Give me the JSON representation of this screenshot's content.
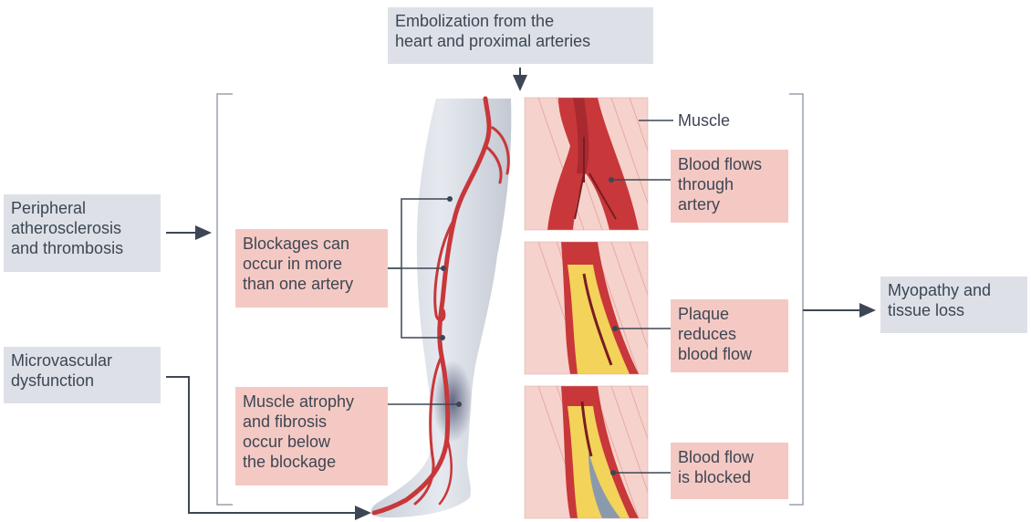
{
  "labels": {
    "embolization": "Embolization from the\nheart and proximal arteries",
    "peripheral": "Peripheral\natherosclerosis\nand thrombosis",
    "microvascular": "Microvascular\ndysfunction",
    "blockages": "Blockages can\noccur in more\nthan one artery",
    "atrophy": "Muscle atrophy\nand fibrosis\noccur below\nthe blockage",
    "muscle": "Muscle",
    "blood_flows": "Blood flows\nthrough\nartery",
    "plaque": "Plaque\nreduces\nblood flow",
    "blocked": "Blood flow\nis blocked",
    "myopathy": "Myopathy and\ntissue loss"
  },
  "colors": {
    "grey_box": "#dde1e7",
    "pink_box": "#f5c9c3",
    "artery": "#c8373a",
    "muscle_bg": "#f6d2cc",
    "plaque": "#f3d35a",
    "arrow": "#3d4654"
  }
}
